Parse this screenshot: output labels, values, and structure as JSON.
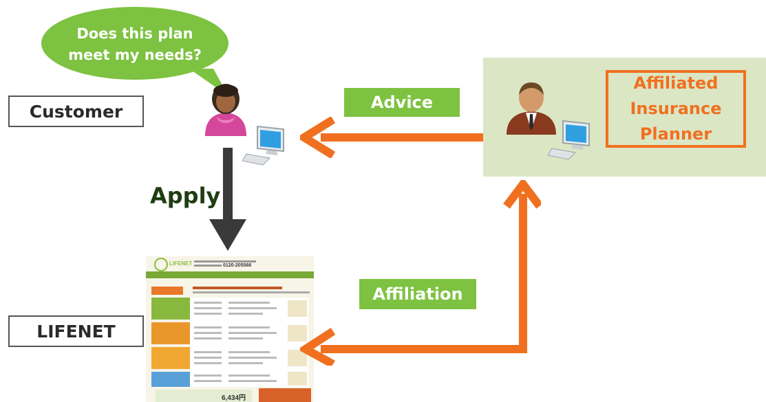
{
  "speech_bubble": {
    "line1": "Does this plan",
    "line2": "meet my needs?"
  },
  "nodes": {
    "customer": "Customer",
    "lifenet": "LIFENET",
    "planner_line1": "Affiliated",
    "planner_line2": "Insurance",
    "planner_line3": "Planner"
  },
  "flows": {
    "advice": "Advice",
    "apply": "Apply",
    "affiliation": "Affiliation"
  },
  "webpage": {
    "logo": "LIFENET",
    "phone": "0120-205566",
    "price": "6,434円"
  },
  "colors": {
    "green": "#7dc241",
    "orange": "#f07020",
    "panel": "#dbe6c4",
    "dark_arrow": "#3a3a3a"
  }
}
